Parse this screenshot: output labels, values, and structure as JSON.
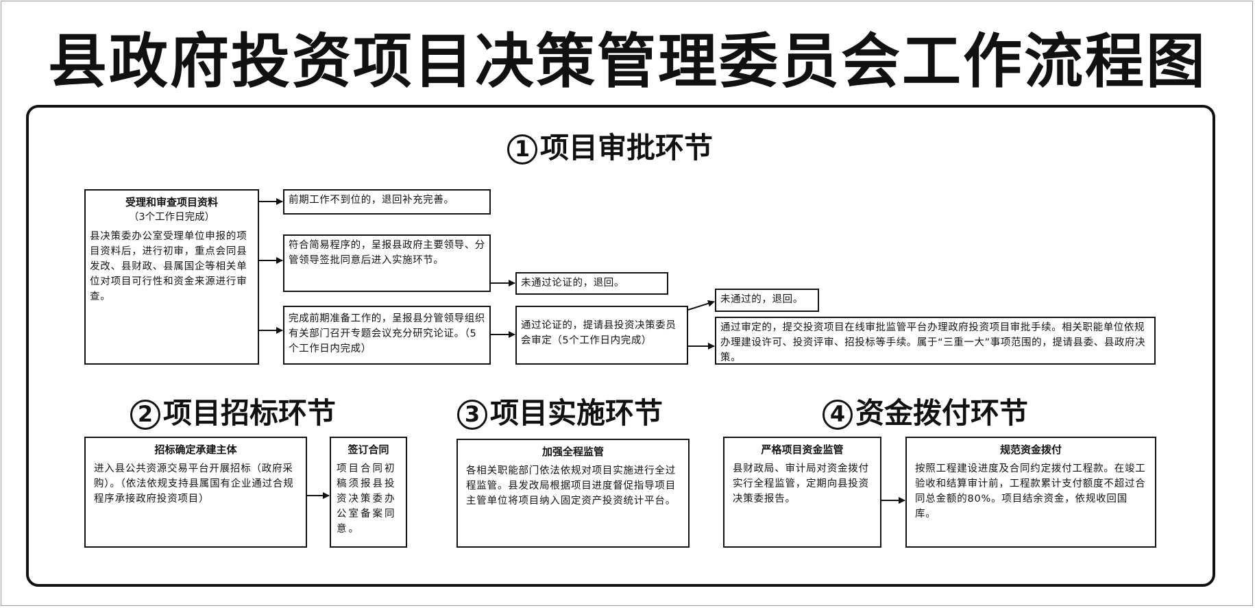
{
  "title": "县政府投资项目决策管理委员会工作流程图",
  "stages": {
    "s1": {
      "num": "1",
      "title": "项目审批环节",
      "receive_box": {
        "title": "受理和审查项目资料",
        "subtitle": "（3个工作日完成）",
        "body": "县决策委办公室受理单位申报的项目资料后，进行初审，重点会同县发改、县财政、县属国企等相关单位对项目可行性和资金来源进行审查。"
      },
      "return_box": "前期工作不到位的，退回补充完善。",
      "simple_box": "符合简易程序的，呈报县政府主要领导、分管领导签批同意后进入实施环节。",
      "prep_box": "完成前期准备工作的，呈报县分管领导组织有关部门召开专题会议充分研究论证。（5个工作日内完成）",
      "fail_demo_box": "未通过论证的，退回。",
      "pass_demo_box": "通过论证的，提请县投资决策委员会审定（5个工作日内完成）",
      "fail_review_box": "未通过的，退回。",
      "pass_review_box": "通过审定的，提交投资项目在线审批监管平台办理政府投资项目审批手续。相关职能单位依规办理建设许可、投资评审、招投标等手续。属于“三重一大”事项范围的，提请县委、县政府决策。"
    },
    "s2": {
      "num": "2",
      "title": "项目招标环节",
      "bid_box": {
        "title": "招标确定承建主体",
        "body": "进入县公共资源交易平台开展招标（政府采购）。（依法依规支持县属国有企业通过合规程序承接政府投资项目）"
      },
      "contract_box": {
        "title": "签订合同",
        "body": "项目合同初稿须报县投资决策委办公室备案同意。"
      }
    },
    "s3": {
      "num": "3",
      "title": "项目实施环节",
      "supervise_box": {
        "title": "加强全程监管",
        "body": "各相关职能部门依法依规对项目实施进行全过程监管。县发改局根据项目进度督促指导项目主管单位将项目纳入固定资产投资统计平台。"
      }
    },
    "s4": {
      "num": "4",
      "title": "资金拨付环节",
      "fund_box": {
        "title": "严格项目资金监管",
        "body": "县财政局、审计局对资金拨付实行全程监管，定期向县投资决策委报告。"
      },
      "pay_box": {
        "title": "规范资金拨付",
        "body": "按照工程建设进度及合同约定拨付工程款。在竣工验收和结算审计前，工程款累计支付额度不超过合同总金额的80%。项目结余资金，依规收回国库。"
      }
    }
  }
}
